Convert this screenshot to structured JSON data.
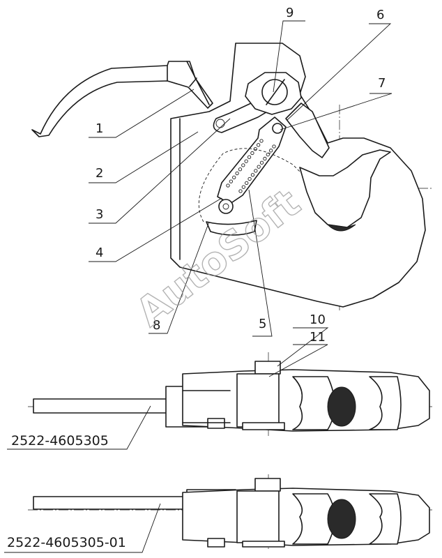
{
  "callouts": [
    {
      "id": "1",
      "label": "1"
    },
    {
      "id": "2",
      "label": "2"
    },
    {
      "id": "3",
      "label": "3"
    },
    {
      "id": "4",
      "label": "4"
    },
    {
      "id": "5",
      "label": "5"
    },
    {
      "id": "6",
      "label": "6"
    },
    {
      "id": "7",
      "label": "7"
    },
    {
      "id": "8",
      "label": "8"
    },
    {
      "id": "9",
      "label": "9"
    },
    {
      "id": "10",
      "label": "10"
    },
    {
      "id": "11",
      "label": "11"
    }
  ],
  "variants": [
    {
      "code": "2522-4605305"
    },
    {
      "code": "2522-4605305-01"
    }
  ],
  "watermark": "AutoSoft"
}
